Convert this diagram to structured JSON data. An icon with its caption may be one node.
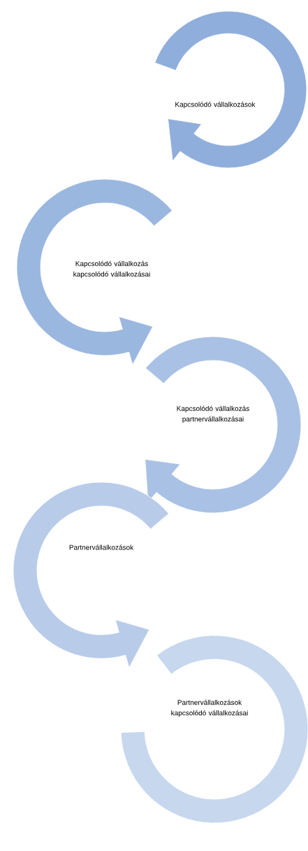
{
  "diagram": {
    "nodes": [
      {
        "text": [
          "Kapcsolódó vállalkozások"
        ]
      },
      {
        "text": [
          "Kapcsolódó vállalkozás kapcsolódó vállalkozásai"
        ]
      },
      {
        "text": [
          "Kapcsolódó vállalkozás partnervállalkozásai"
        ]
      },
      {
        "text": [
          "Partnervállalkozások"
        ]
      },
      {
        "text": [
          "Partnervállalkozások kapcsolódó vállalkozásai"
        ]
      }
    ]
  }
}
